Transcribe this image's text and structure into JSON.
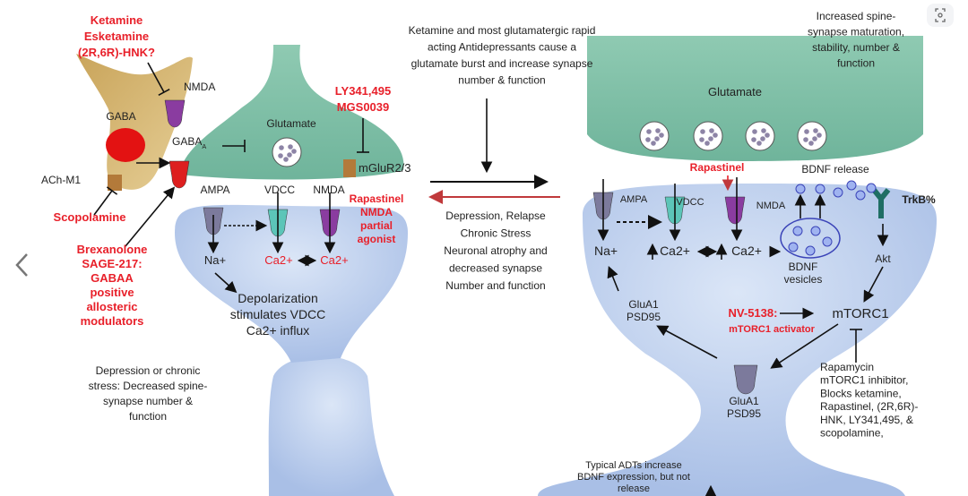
{
  "viewer": {
    "prev_icon": "chevron-left-icon",
    "expand_icon": "expand-icon"
  },
  "colors": {
    "red": "#e8202a",
    "text": "#222222",
    "gaba_cell": "#d4b36a",
    "presynaptic": "#7fbfa6",
    "postsynaptic": "#bcd0ee",
    "gaba_receptor": "#dd1f1f",
    "nmda_receptor": "#8a3ca0",
    "ampa_receptor": "#7c7a9c",
    "vdcc_receptor": "#5cc5b8",
    "trkb": "#1f6e64",
    "bdnf_vesicle": "#3b44b8"
  },
  "labels": {
    "ketamine_drugs": {
      "lines": [
        "Ketamine",
        "Esketamine",
        "(2R,6R)-HNK?"
      ],
      "color": "red"
    },
    "nmda_gaba": {
      "lines": [
        "NMDA"
      ],
      "color": "text"
    },
    "gaba": {
      "lines": [
        "GABA"
      ],
      "color": "text"
    },
    "gaba_a": {
      "lines": [
        "GABAA"
      ],
      "color": "text"
    },
    "ach_m1": {
      "lines": [
        "ACh-M1"
      ],
      "color": "text"
    },
    "scopolamine": {
      "lines": [
        "Scopolamine"
      ],
      "color": "red"
    },
    "brexanolone": {
      "lines": [
        "Brexanolone",
        "SAGE-217:",
        "GABAA",
        "positive",
        "allosteric",
        "modulators"
      ],
      "color": "red"
    },
    "glutamate_left": {
      "lines": [
        "Glutamate"
      ],
      "color": "text"
    },
    "ly341495": {
      "lines": [
        "LY341,495",
        "MGS0039"
      ],
      "color": "red"
    },
    "mglur": {
      "lines": [
        "mGluR2/3"
      ],
      "color": "text"
    },
    "ampa_left": {
      "lines": [
        "AMPA"
      ],
      "color": "text"
    },
    "vdcc_left": {
      "lines": [
        "VDCC"
      ],
      "color": "text"
    },
    "nmda_left": {
      "lines": [
        "NMDA"
      ],
      "color": "text"
    },
    "rapastinel_left": {
      "lines": [
        "Rapastinel",
        "NMDA",
        "partial",
        "agonist"
      ],
      "color": "red"
    },
    "na_left": {
      "lines": [
        "Na+"
      ],
      "color": "text"
    },
    "ca_left1": {
      "lines": [
        "Ca2+"
      ],
      "color": "red"
    },
    "ca_left2": {
      "lines": [
        "Ca2+"
      ],
      "color": "red"
    },
    "depolarization": {
      "lines": [
        "Depolarization",
        "stimulates VDCC",
        "Ca2+ influx"
      ],
      "color": "text"
    },
    "depression_note": {
      "lines": [
        "Depression or chronic",
        "stress: Decreased spine-",
        "synapse number &",
        "function"
      ],
      "color": "text"
    },
    "ketamine_note": {
      "lines": [
        "Ketamine and most glutamatergic rapid",
        "acting Antidepressants cause a",
        "glutamate burst and increase synapse",
        "number & function"
      ],
      "color": "text"
    },
    "relapse_note": {
      "lines": [
        "Depression, Relapse",
        "Chronic Stress",
        "Neuronal atrophy and",
        "decreased synapse",
        "Number and function"
      ],
      "color": "text"
    },
    "increased_note": {
      "lines": [
        "Increased spine-",
        "synapse maturation,",
        "stability, number &",
        "function"
      ],
      "color": "text"
    },
    "glutamate_right": {
      "lines": [
        "Glutamate"
      ],
      "color": "text"
    },
    "rapastinel_right": {
      "lines": [
        "Rapastinel"
      ],
      "color": "red"
    },
    "bdnf_release": {
      "lines": [
        "BDNF release"
      ],
      "color": "text"
    },
    "ampa_right": {
      "lines": [
        "AMPA"
      ],
      "color": "text"
    },
    "vdcc_right": {
      "lines": [
        "VDCC"
      ],
      "color": "text"
    },
    "nmda_right": {
      "lines": [
        "NMDA"
      ],
      "color": "text"
    },
    "trkb": {
      "lines": [
        "TrkB%"
      ],
      "color": "text"
    },
    "na_right": {
      "lines": [
        "Na+"
      ],
      "color": "text"
    },
    "ca_right1": {
      "lines": [
        "Ca2+"
      ],
      "color": "text"
    },
    "ca_right2": {
      "lines": [
        "Ca2+"
      ],
      "color": "text"
    },
    "bdnf_vesicles": {
      "lines": [
        "BDNF",
        "vesicles"
      ],
      "color": "text"
    },
    "akt": {
      "lines": [
        "Akt"
      ],
      "color": "text"
    },
    "glua1_upper": {
      "lines": [
        "GluA1",
        "PSD95"
      ],
      "color": "text"
    },
    "nv5138": {
      "lines": [
        "NV-5138:"
      ],
      "color": "red"
    },
    "nv5138_desc": {
      "lines": [
        "mTORC1 activator"
      ],
      "color": "red"
    },
    "mtorc1": {
      "lines": [
        "mTORC1"
      ],
      "color": "text"
    },
    "glua1_lower": {
      "lines": [
        "GluA1",
        "PSD95"
      ],
      "color": "text"
    },
    "rapamycin": {
      "lines": [
        "Rapamycin",
        "mTORC1 inhibitor,",
        "Blocks ketamine,",
        "Rapastinel, (2R,6R)-",
        "HNK, LY341,495, &",
        "scopolamine,"
      ],
      "color": "text"
    },
    "typical_adts": {
      "lines": [
        "Typical ADTs increase",
        "BDNF expression, but not",
        "release"
      ],
      "color": "text"
    }
  }
}
